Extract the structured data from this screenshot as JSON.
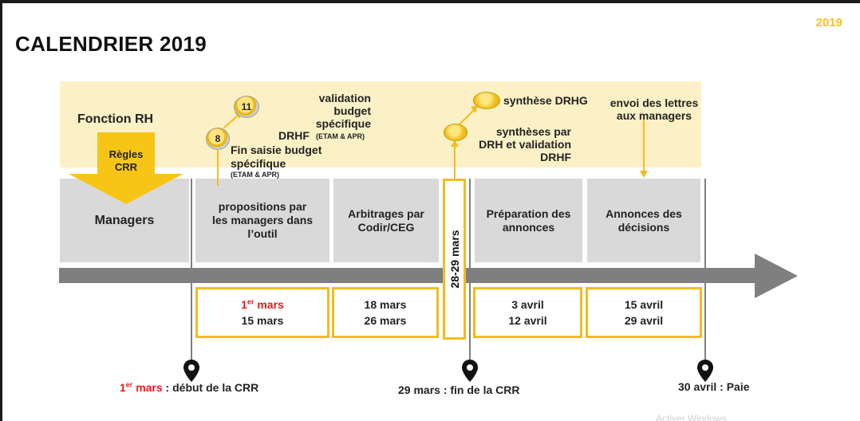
{
  "year_badge": "2019",
  "title": "CALENDRIER 2019",
  "hr": {
    "function_label": "Fonction RH",
    "rules_label": "Règles\nCRR"
  },
  "phases": [
    {
      "label": "Managers"
    },
    {
      "label": "propositions par\nles managers dans\nl’outil"
    },
    {
      "label": "Arbitrages par\nCodir/CEG"
    },
    {
      "label": "Préparation des\nannonces"
    },
    {
      "label": "Annonces des\ndécisions"
    }
  ],
  "vertical_box": {
    "label": "28-29 mars"
  },
  "date_boxes": [
    {
      "line1_num": "1",
      "line1_sup": "er",
      "line1_rest": " mars",
      "line2": "15 mars"
    },
    {
      "line1": "18 mars",
      "line2": "26 mars"
    },
    {
      "line1": "3 avril",
      "line2": "12 avril"
    },
    {
      "line1": "15 avril",
      "line2": "29 avril"
    }
  ],
  "milestones": {
    "m8_number": "8",
    "m8_text": "Fin saisie budget\nspécifique",
    "m8_small": "(ETAM & APR)",
    "m11_number": "11",
    "m11_text_top": "validation\nbudget\nspécifique",
    "m11_text_drhf": "DRHF",
    "m11_small": "(ETAM & APR)",
    "synth_drhg": "synthèse DRHG",
    "synth_drh": "synthèses par\nDRH et validation\nDRHF",
    "envoi": "envoi des lettres\naux managers"
  },
  "bottom": {
    "start_num": "1",
    "start_sup": "er",
    "start_mars": " mars",
    "start_rest": " : début de la CRR",
    "end_label": "29 mars : fin de la CRR",
    "paie_label": "30 avril : Paie"
  },
  "watermark": "Activer Windows",
  "colors": {
    "accent": "#f5c11b",
    "band": "#fcf1c6",
    "phase": "#d9d9d9",
    "timeline": "#7f7f7f",
    "highlight": "#e11b1b"
  }
}
